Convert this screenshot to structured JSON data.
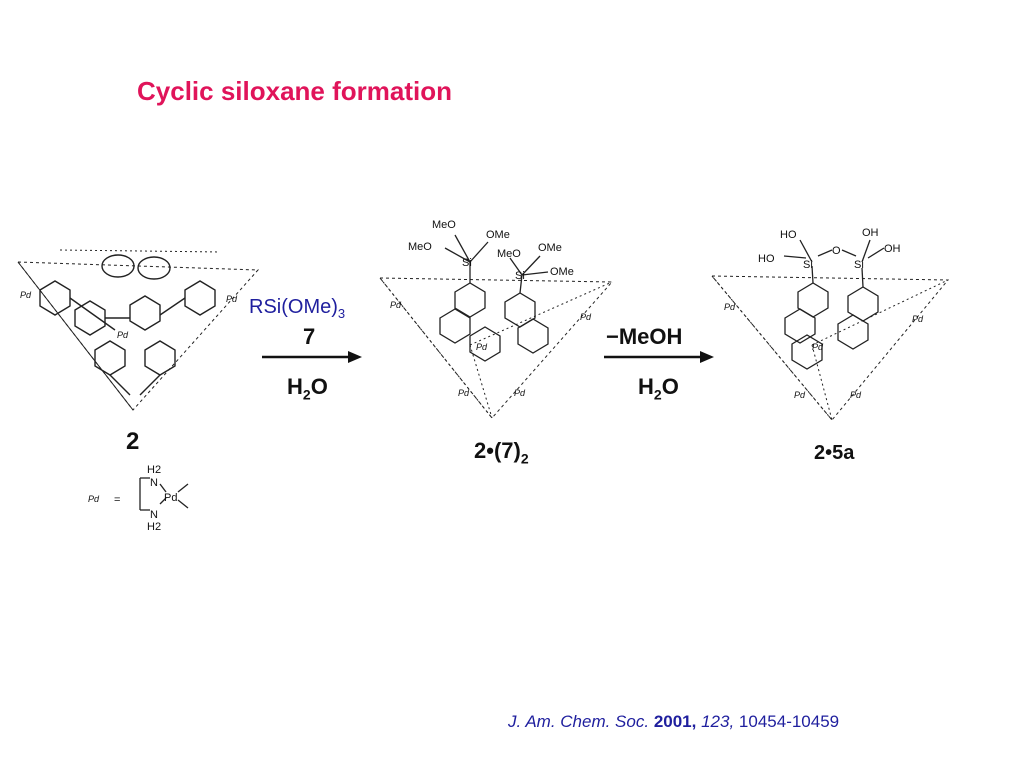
{
  "slide": {
    "title": "Cyclic siloxane formation",
    "reagent": {
      "text": "RSi(OMe)",
      "subscript": "3"
    },
    "arrow1": {
      "top": "7",
      "bottom_main": "H",
      "bottom_sub": "2",
      "bottom_end": "O"
    },
    "arrow2": {
      "top": "−MeOH",
      "bottom_main": "H",
      "bottom_sub": "2",
      "bottom_end": "O"
    },
    "compounds": {
      "cage": "2",
      "intermediate": {
        "main": "2•(7)",
        "sub": "2"
      },
      "product": "2•5a"
    },
    "pd_legend": {
      "label": "Pd",
      "equals": "=",
      "metal": "Pd",
      "n_top": "N",
      "n_bottom": "N",
      "h2": "H2"
    },
    "atom_labels": {
      "meo": "MeO",
      "ome": "OMe",
      "si": "Si",
      "ho": "HO",
      "oh": "OH",
      "o": "O",
      "pd": "Pd"
    },
    "citation": {
      "journal": "J. Am. Chem. Soc.",
      "year": "2001,",
      "volume": "123,",
      "pages": "10454-10459"
    }
  },
  "colors": {
    "title": "#e0145a",
    "text_blue": "#1f1f9e",
    "ink": "#111111"
  }
}
